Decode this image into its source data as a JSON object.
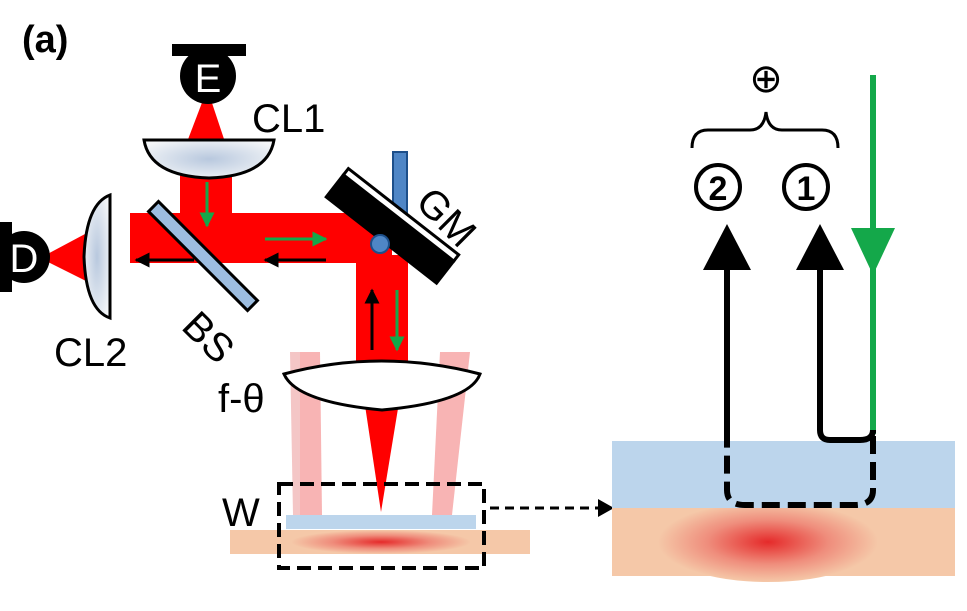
{
  "labels": {
    "panel": "(a)",
    "e": "E",
    "d": "D",
    "cl1": "CL1",
    "cl2": "CL2",
    "bs": "BS",
    "gm": "GM",
    "ftheta": "f-θ",
    "w": "W",
    "sum": "⊕",
    "path1": "1",
    "path2": "2"
  },
  "colors": {
    "beam": "#ff0000",
    "beam_fan": "#f8b4b4",
    "probe_green": "#14a84a",
    "coating_blue": "#bcd5ec",
    "substrate_peach": "#f5c8a8",
    "mirror_blue": "#4f86c6",
    "lens_fill": "#d7dfe9"
  }
}
